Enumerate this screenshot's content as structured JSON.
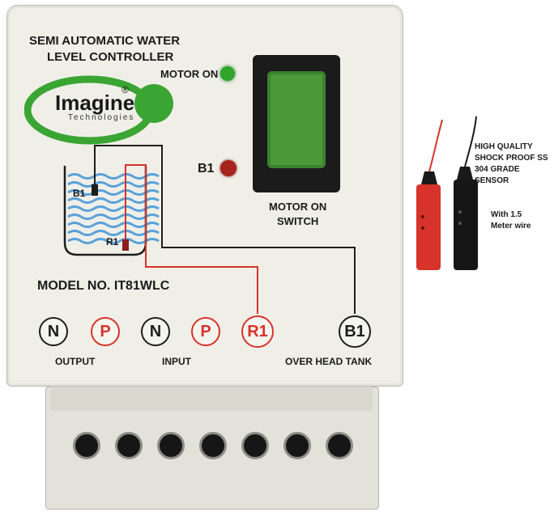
{
  "device": {
    "title_line1": "SEMI AUTOMATIC WATER",
    "title_line2": "LEVEL CONTROLLER",
    "logo": {
      "brand": "Imagine",
      "sub": "Technologies",
      "mark": "®",
      "green": "#3aa532"
    },
    "motor_on_label": "MOTOR ON",
    "b1_label": "B1",
    "switch_label_line1": "MOTOR ON",
    "switch_label_line2": "SWITCH",
    "tank_labels": {
      "b1": "B1",
      "r1": "R1"
    },
    "model": "MODEL NO. IT81WLC",
    "terminals": [
      {
        "label": "N",
        "color": "black"
      },
      {
        "label": "P",
        "color": "red"
      },
      {
        "label": "N",
        "color": "black"
      },
      {
        "label": "P",
        "color": "red"
      },
      {
        "label": "R1",
        "color": "red"
      },
      {
        "label": "B1",
        "color": "black"
      }
    ],
    "group_labels": {
      "output": "OUTPUT",
      "input": "INPUT",
      "tank": "OVER HEAD TANK"
    },
    "colors": {
      "body": "#efefe8",
      "switch": "#4a9a3a",
      "led_green": "#2fa52b",
      "led_red": "#a8231d",
      "wire_red": "#d8332a",
      "water": "#5aa2d8"
    }
  },
  "sensor_note": {
    "line1": "HIGH QUALITY",
    "line2": "SHOCK PROOF SS",
    "line3": "304 GRADE",
    "line4": "SENSOR",
    "wire_line1": "With 1.5",
    "wire_line2": "Meter wire"
  }
}
